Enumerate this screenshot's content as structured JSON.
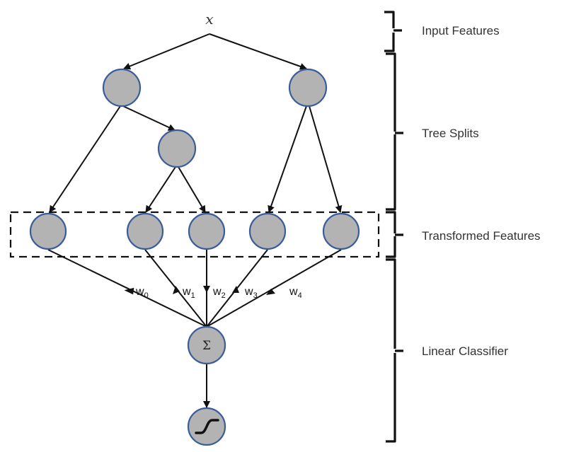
{
  "diagram": {
    "input_label": "x",
    "layers": [
      {
        "id": "input",
        "label": "Input Features"
      },
      {
        "id": "tree",
        "label": "Tree Splits"
      },
      {
        "id": "transformed",
        "label": "Transformed Features"
      },
      {
        "id": "linear",
        "label": "Linear Classifier"
      }
    ],
    "weights": [
      {
        "name": "w",
        "sub": "0"
      },
      {
        "name": "w",
        "sub": "1"
      },
      {
        "name": "w",
        "sub": "2"
      },
      {
        "name": "w",
        "sub": "3"
      },
      {
        "name": "w",
        "sub": "4"
      }
    ],
    "sum_symbol": "Σ",
    "output_node": "sigmoid",
    "colors": {
      "node_fill": "#b3b3b3",
      "node_stroke": "#3a5b9c",
      "edge": "#111111"
    }
  }
}
